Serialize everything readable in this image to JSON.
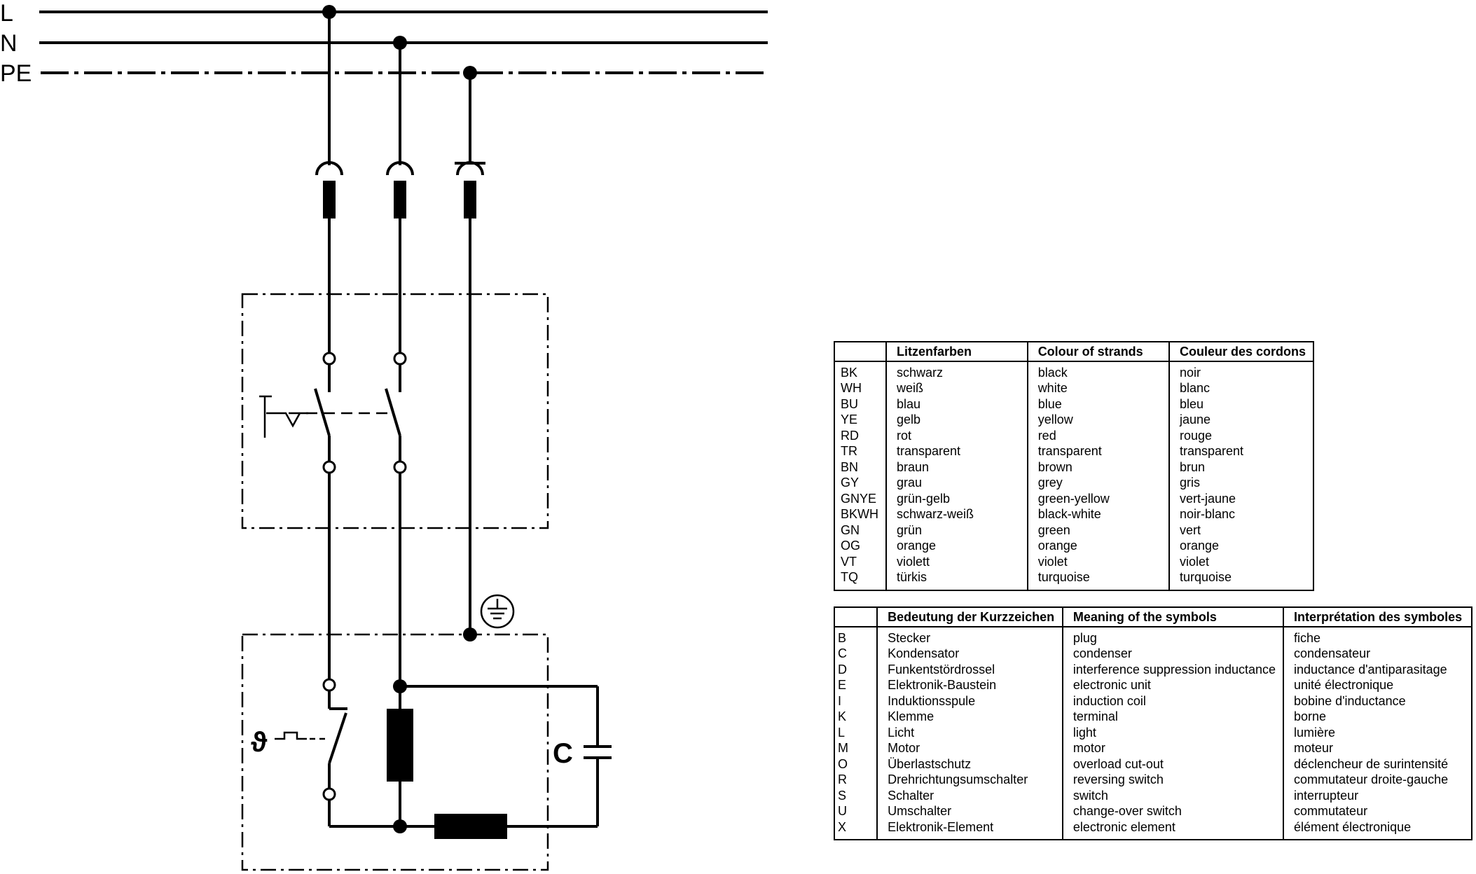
{
  "schematic": {
    "bus_labels": {
      "line": "L",
      "neutral": "N",
      "earth": "PE"
    },
    "thermal_symbol": "ϑ",
    "capacitor_label": "C"
  },
  "colour_table": {
    "headers": [
      "",
      "Litzenfarben",
      "Colour of strands",
      "Couleur des cordons"
    ],
    "rows": [
      [
        "BK",
        "schwarz",
        "black",
        "noir"
      ],
      [
        "WH",
        "weiß",
        "white",
        "blanc"
      ],
      [
        "BU",
        "blau",
        "blue",
        "bleu"
      ],
      [
        "YE",
        "gelb",
        "yellow",
        "jaune"
      ],
      [
        "RD",
        "rot",
        "red",
        "rouge"
      ],
      [
        "TR",
        "transparent",
        "transparent",
        "transparent"
      ],
      [
        "BN",
        "braun",
        "brown",
        "brun"
      ],
      [
        "GY",
        "grau",
        "grey",
        "gris"
      ],
      [
        "GNYE",
        "grün-gelb",
        "green-yellow",
        "vert-jaune"
      ],
      [
        "BKWH",
        "schwarz-weiß",
        "black-white",
        "noir-blanc"
      ],
      [
        "GN",
        "grün",
        "green",
        "vert"
      ],
      [
        "OG",
        "orange",
        "orange",
        "orange"
      ],
      [
        "VT",
        "violett",
        "violet",
        "violet"
      ],
      [
        "TQ",
        "türkis",
        "turquoise",
        "turquoise"
      ]
    ]
  },
  "symbol_table": {
    "headers": [
      "",
      "Bedeutung der Kurzzeichen",
      "Meaning of the symbols",
      "Interprétation des symboles"
    ],
    "rows": [
      [
        "B",
        "Stecker",
        "plug",
        "fiche"
      ],
      [
        "C",
        "Kondensator",
        "condenser",
        "condensateur"
      ],
      [
        "D",
        "Funkentstördrossel",
        "interference suppression inductance",
        "inductance d'antiparasitage"
      ],
      [
        "E",
        "Elektronik-Baustein",
        "electronic unit",
        "unité électronique"
      ],
      [
        "I",
        "Induktionsspule",
        "induction coil",
        "bobine d'inductance"
      ],
      [
        "K",
        "Klemme",
        "terminal",
        "borne"
      ],
      [
        "L",
        "Licht",
        "light",
        "lumière"
      ],
      [
        "M",
        "Motor",
        "motor",
        "moteur"
      ],
      [
        "O",
        "Überlastschutz",
        "overload cut-out",
        "déclencheur de surintensité"
      ],
      [
        "R",
        "Drehrichtungsumschalter",
        "reversing switch",
        "commutateur droite-gauche"
      ],
      [
        "S",
        "Schalter",
        "switch",
        "interrupteur"
      ],
      [
        "U",
        "Umschalter",
        "change-over switch",
        "commutateur"
      ],
      [
        "X",
        "Elektronik-Element",
        "electronic element",
        "élément électronique"
      ]
    ]
  }
}
